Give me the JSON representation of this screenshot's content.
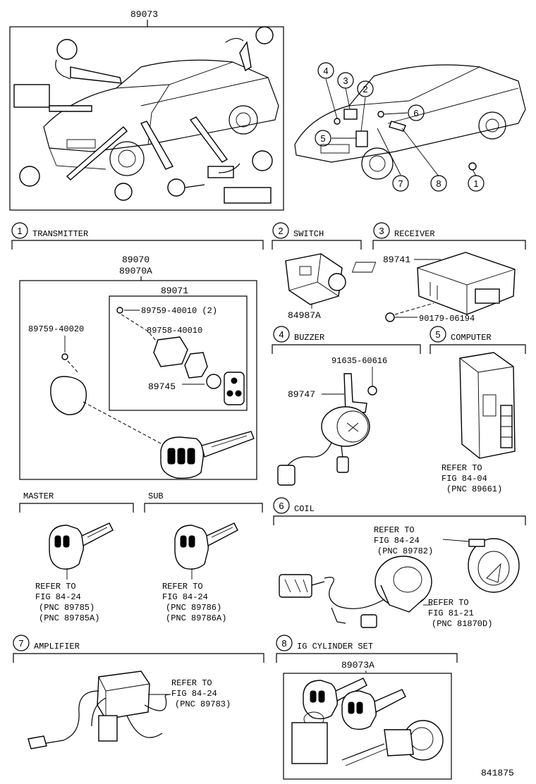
{
  "overview": {
    "assembly_number": "89073"
  },
  "callouts": [
    "1",
    "2",
    "3",
    "4",
    "5",
    "6",
    "7",
    "8"
  ],
  "sections": {
    "transmitter": {
      "num": "1",
      "title": "TRANSMITTER",
      "part_a": "89070",
      "part_b": "89070A",
      "inner_part": "89071",
      "screw_inner": "89759-40010 (2)",
      "battery_seal": "89758-40010",
      "battery": "89745",
      "screw_outer": "89759-40020"
    },
    "switch": {
      "num": "2",
      "title": "SWITCH",
      "part": "84987A"
    },
    "receiver": {
      "num": "3",
      "title": "RECEIVER",
      "part": "89741",
      "bolt": "90179-06194"
    },
    "buzzer": {
      "num": "4",
      "title": "BUZZER",
      "nut": "91635-60616",
      "part": "89747"
    },
    "computer": {
      "num": "5",
      "title": "COMPUTER",
      "ref1": "REFER TO",
      "ref2": "FIG 84-04",
      "ref3": "(PNC 89661)"
    },
    "master": {
      "title": "MASTER",
      "ref1": "REFER TO",
      "ref2": "FIG 84-24",
      "ref3": "(PNC 89785)",
      "ref4": "(PNC 89785A)"
    },
    "sub": {
      "title": "SUB",
      "ref1": "REFER TO",
      "ref2": "FIG 84-24",
      "ref3": "(PNC 89786)",
      "ref4": "(PNC 89786A)"
    },
    "coil": {
      "num": "6",
      "title": "COIL",
      "refA1": "REFER TO",
      "refA2": "FIG 84-24",
      "refA3": "(PNC 89782)",
      "refB1": "REFER TO",
      "refB2": "FIG 81-21",
      "refB3": "(PNC 81870D)"
    },
    "amplifier": {
      "num": "7",
      "title": "AMPLIFIER",
      "ref1": "REFER TO",
      "ref2": "FIG 84-24",
      "ref3": "(PNC 89783)"
    },
    "ig_cylinder": {
      "num": "8",
      "title": "IG CYLINDER SET",
      "part": "89073A"
    }
  },
  "figure_number": "841875"
}
